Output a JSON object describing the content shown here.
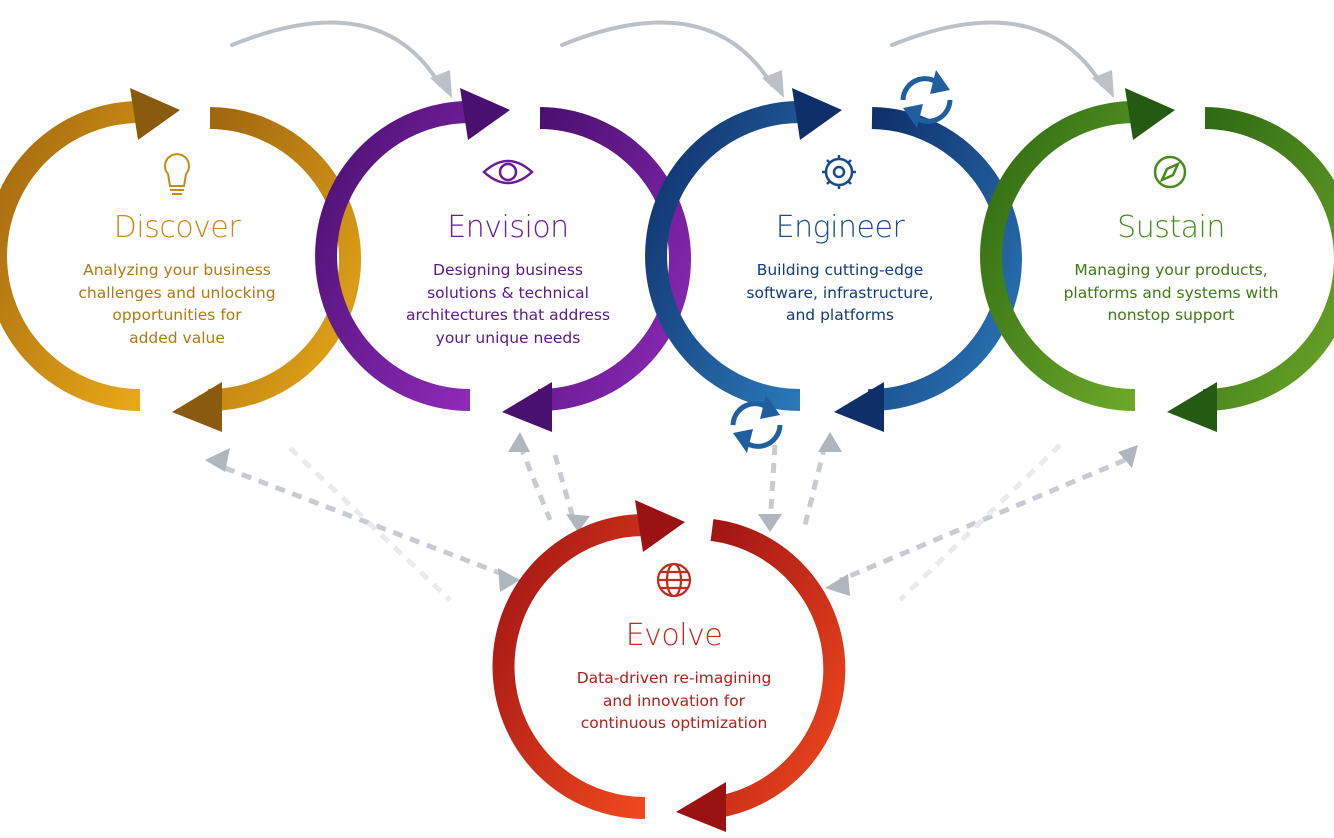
{
  "colors": {
    "discover": "#C88A12",
    "envision": "#6A1B9A",
    "engineer": "#1A4B8C",
    "sustain": "#4A8A1C",
    "evolve": "#C42A1E",
    "connector": "#B8BDC4"
  },
  "stages": [
    {
      "id": "discover",
      "title": "Discover",
      "description": "Analyzing your business\nchallenges and unlocking\nopportunities for\nadded value",
      "icon": "lightbulb-icon"
    },
    {
      "id": "envision",
      "title": "Envision",
      "description": "Designing business\nsolutions & technical\narchitectures that address\nyour unique needs",
      "icon": "eye-icon"
    },
    {
      "id": "engineer",
      "title": "Engineer",
      "description": "Building cutting-edge\nsoftware, infrastructure,\nand platforms",
      "icon": "gear-icon"
    },
    {
      "id": "sustain",
      "title": "Sustain",
      "description": "Managing your products,\nplatforms and systems with\nnonstop support",
      "icon": "compass-icon"
    },
    {
      "id": "evolve",
      "title": "Evolve",
      "description": "Data-driven re-imagining\nand innovation for\ncontinuous optimization",
      "icon": "globe-icon"
    }
  ]
}
